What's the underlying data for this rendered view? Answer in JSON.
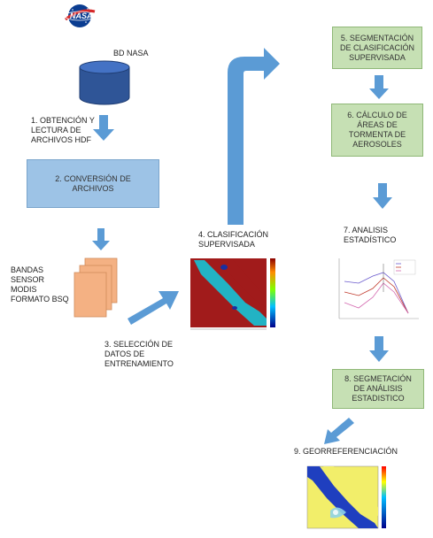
{
  "logo": {
    "text": "NASA"
  },
  "steps": {
    "bd_nasa": "BD NASA",
    "step1": "1. OBTENCIÓN Y LECTURA DE ARCHIVOS HDF",
    "step2": "2. CONVERSIÓN DE ARCHIVOS",
    "bandas": "BANDAS SENSOR MODIS FORMATO BSQ",
    "step3": "3. SELECCIÓN DE DATOS DE ENTRENAMIENTO",
    "step4": "4. CLASIFICACIÓN SUPERVISADA",
    "step5": "5. SEGMENTACIÓN DE CLASIFICACIÓN SUPERVISADA",
    "step6": "6. CÁLCULO DE ÁREAS DE TORMENTA DE AEROSOLES",
    "step7": "7. ANALISIS ESTADÍSTICO",
    "step8": "8. SEGMETACIÓN DE ANÁLISIS ESTADISTICO",
    "step9": "9. GEORREFERENCIACIÓN"
  },
  "colors": {
    "arrow": "#5b9bd5",
    "green_box": "#c6e0b4",
    "blue_box": "#9dc3e6",
    "file": "#f4b183",
    "database": "#2f5597"
  }
}
